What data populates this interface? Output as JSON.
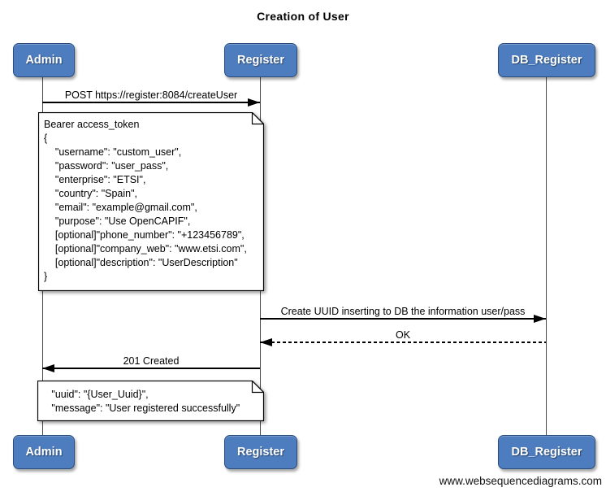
{
  "title": "Creation of User",
  "watermark": "www.websequencediagrams.com",
  "actors": [
    {
      "label": "Admin"
    },
    {
      "label": "Register"
    },
    {
      "label": "DB_Register"
    }
  ],
  "messages": [
    {
      "from": "Admin",
      "to": "Register",
      "line_style": "solid",
      "label": "POST https://register:8084/createUser"
    },
    {
      "from": "Register",
      "to": "DB_Register",
      "line_style": "solid",
      "label": "Create UUID inserting to DB the information user/pass"
    },
    {
      "from": "DB_Register",
      "to": "Register",
      "line_style": "dashed",
      "label": "OK"
    },
    {
      "from": "Register",
      "to": "Admin",
      "line_style": "solid",
      "label": "201 Created"
    }
  ],
  "notes": [
    {
      "lines": [
        "Bearer access_token",
        "{",
        "    \"username\": \"custom_user\",",
        "    \"password\": \"user_pass\",",
        "    \"enterprise\": \"ETSI\",",
        "    \"country\": \"Spain\",",
        "    \"email\": \"example@gmail.com\",",
        "    \"purpose\": \"Use OpenCAPIF\",",
        "    [optional]\"phone_number\": \"+123456789\",",
        "    [optional]\"company_web\": \"www.etsi.com\",",
        "    [optional]\"description\": \"UserDescription\"",
        "}"
      ]
    },
    {
      "lines": [
        "   \"uuid\": \"{User_Uuid}\",",
        "   \"message\": \"User registered successfully\""
      ]
    }
  ],
  "colors": {
    "background": "#ffffff",
    "actor_fill": "#4d7dbf",
    "actor_border": "#2a4d7e",
    "actor_text": "#ffffff",
    "line": "#000000",
    "lifeline": "#4a4a4a",
    "note_fill": "#ffffff"
  }
}
